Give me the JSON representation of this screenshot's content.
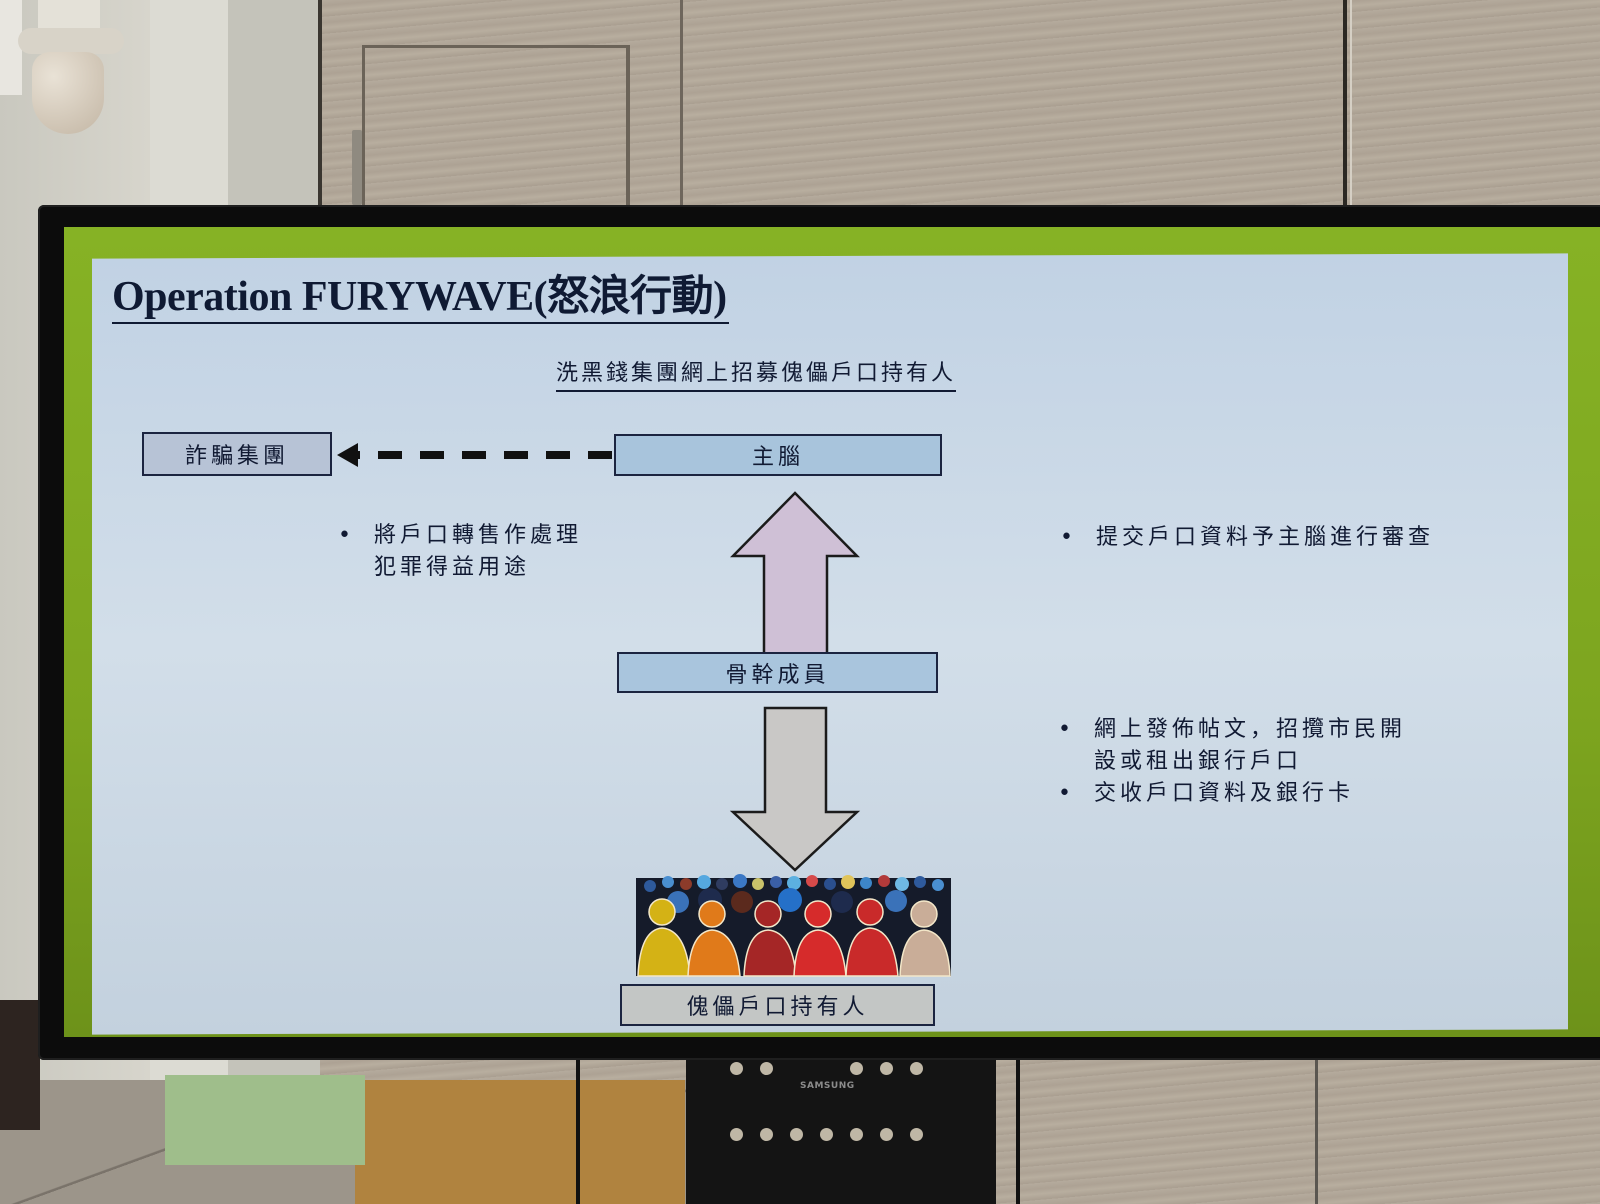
{
  "scene": {
    "description": "Photo of a Samsung monitor displaying a presentation slide in a room",
    "monitor_brand": "SAMSUNG",
    "colors": {
      "slide_border": "#7da51f",
      "slide_background": "#c9d8e6",
      "text": "#111a33",
      "up_arrow_fill": "#cfc0d6",
      "down_arrow_fill": "#c9c8c6"
    }
  },
  "slide": {
    "title": "Operation FURYWAVE(怒浪行動)",
    "subtitle": "洗黑錢集團網上招募傀儡戶口持有人",
    "nodes": {
      "scam_syndicate": "詐騙集團",
      "mastermind": "主腦",
      "core_members": "骨幹成員",
      "puppet_holders": "傀儡戶口持有人"
    },
    "arrows": [
      {
        "from": "mastermind",
        "to": "scam_syndicate",
        "style": "dashed",
        "direction": "left"
      },
      {
        "from": "core_members",
        "to": "mastermind",
        "style": "block",
        "direction": "up"
      },
      {
        "from": "core_members",
        "to": "puppet_holders",
        "style": "block",
        "direction": "down"
      }
    ],
    "left_notes": [
      {
        "line1": "將戶口轉售作處理",
        "line2": "犯罪得益用途"
      }
    ],
    "right_notes_top": [
      {
        "text": "提交戶口資料予主腦進行審查"
      }
    ],
    "right_notes_bottom": [
      {
        "line1": "網上發佈帖文，招攬市民開",
        "line2": "設或租出銀行戶口"
      },
      {
        "line1": "交收戶口資料及銀行卡",
        "line2": ""
      }
    ],
    "crowd_icon": "crowd-of-people-icon"
  }
}
